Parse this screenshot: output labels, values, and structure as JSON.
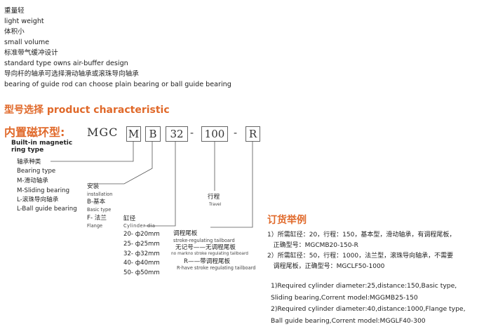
{
  "features": [
    "重量轻",
    "light weight",
    "体积小",
    "small volume",
    "标准带气缓冲设计",
    "standard type owns air-buffer design",
    "导向杆的轴承可选择滑动轴承或滚珠导向轴承",
    " bearing of guide rod can choose plain bearing or ball guide bearing"
  ],
  "section_title": "型号选择  product characteristic",
  "model": {
    "type_cn": "内置磁环型:",
    "prefix": "MGC",
    "box1": "M",
    "box2": "B",
    "box3": "32",
    "dash1": "-",
    "box4": "100",
    "dash2": "-",
    "box5": "R",
    "type_en_1": "Built-in magnetic",
    "type_en_2": "ring type"
  },
  "bearing": {
    "title_cn": "轴承种类",
    "title_en": "Bearing type",
    "m_cn": "M-滑动轴承",
    "m_en": "M-Sliding bearing",
    "l_cn": "L-滚珠导向轴承",
    "l_en": "L-Ball guide bearing"
  },
  "install": {
    "title_cn": "安装",
    "title_en": "installation",
    "b_cn": "B-基本",
    "b_en": "Basic type",
    "f_cn": "F- 法兰",
    "f_en": "Flange"
  },
  "stroke": {
    "title_cn": "行程",
    "title_en": "Travel"
  },
  "cylinder": {
    "title_cn": "缸径",
    "title_en": "Cylinder dia",
    "items": [
      "20- ф20mm",
      "25- ф25mm",
      "32- ф32mm",
      "40- ф40mm",
      "50- ф50mm"
    ]
  },
  "tailboard": {
    "title_cn": "调程尾板",
    "title_en": "stroke-regulating tailboard",
    "none_cn": "无记号——无调程尾板",
    "none_en": "no markno stroke regulating tailboard",
    "r_cn": "R——带调程尾板",
    "r_en": "R-have stroke regulating tailboard"
  },
  "order": {
    "title": "订货举例",
    "cn_1a": "1）所需缸径：20，行程：150，基本型，滑动轴承，有调程尾板，",
    "cn_1b": "   正确型号：MGCMB20-150-R",
    "cn_2a": "2）所需缸径：50，行程：1000，法兰型，滚珠导向轴承，不需要",
    "cn_2b": "   调程尾板，正确型号：MGCLF50-1000",
    "en_1a": "1)Required cylinder diameter:25,distance:150,Basic type,",
    "en_1b": "Sliding bearing,Corrent model:MGGMB25-150",
    "en_2a": "2)Required cylinder diameter:40,distance:1000,Flange type,",
    "en_2b": "Ball guide bearing,Corrent model:MGGLF40-300"
  },
  "colors": {
    "accent": "#e0692a",
    "text": "#222222",
    "line": "#555555"
  }
}
